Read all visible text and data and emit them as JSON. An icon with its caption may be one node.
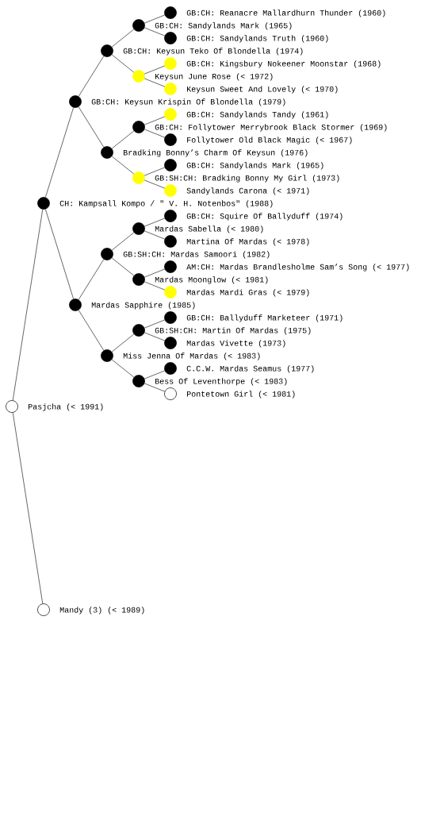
{
  "diagram": {
    "nodes": [
      {
        "text": [
          "GB:CH: Reanacre Mallardhurn Thunder (1960)"
        ]
      },
      {
        "text": [
          "GB:CH: Sandylands Mark (1965)"
        ]
      },
      {
        "text": [
          "GB:CH: Sandylands Truth (1960)"
        ]
      },
      {
        "text": [
          "GB:CH: Keysun Teko Of Blondella (1974)"
        ]
      },
      {
        "text": [
          "GB:CH: Kingsbury Nokeener Moonstar (1968)"
        ]
      },
      {
        "text": [
          "Keysun June Rose (< 1972)"
        ]
      },
      {
        "text": [
          "Keysun Sweet And Lovely (< 1970)"
        ]
      },
      {
        "text": [
          "GB:CH: Keysun Krispin Of Blondella (1979)"
        ]
      },
      {
        "text": [
          "GB:CH: Sandylands Tandy (1961)"
        ]
      },
      {
        "text": [
          "GB:CH: Follytower Merrybrook Black Stormer (1969)"
        ]
      },
      {
        "text": [
          "Follytower Old Black Magic (< 1967)"
        ]
      },
      {
        "text": [
          "Bradking Bonny’s Charm Of Keysun (1976)"
        ]
      },
      {
        "text": [
          "GB:CH: Sandylands Mark (1965)"
        ]
      },
      {
        "text": [
          "GB:SH:CH: Bradking Bonny My Girl (1973)"
        ]
      },
      {
        "text": [
          "Sandylands Carona (< 1971)"
        ]
      },
      {
        "text": [
          "CH: Kampsall Kompo / \" V. H. Notenbos\" (1988)"
        ]
      },
      {
        "text": [
          "GB:CH: Squire Of Ballyduff (1974)"
        ]
      },
      {
        "text": [
          "Mardas Sabella (< 1980)"
        ]
      },
      {
        "text": [
          "Martina Of Mardas (< 1978)"
        ]
      },
      {
        "text": [
          "GB:SH:CH: Mardas Samoori (1982)"
        ]
      },
      {
        "text": [
          "AM:CH: Mardas Brandlesholme Sam’s Song (< 1977)"
        ]
      },
      {
        "text": [
          "Mardas Moonglow (< 1981)"
        ]
      },
      {
        "text": [
          "Mardas Mardi Gras (< 1979)"
        ]
      },
      {
        "text": [
          "Mardas Sapphire (1985)"
        ]
      },
      {
        "text": [
          "GB:CH: Ballyduff Marketeer (1971)"
        ]
      },
      {
        "text": [
          "GB:SH:CH: Martin Of Mardas (1975)"
        ]
      },
      {
        "text": [
          "Mardas Vivette (1973)"
        ]
      },
      {
        "text": [
          "Miss Jenna Of Mardas (< 1983)"
        ]
      },
      {
        "text": [
          "C.C.W. Mardas Seamus (1977)"
        ]
      },
      {
        "text": [
          "Bess Of Leventhorpe (< 1983)"
        ]
      },
      {
        "text": [
          "Pontetown Girl (< 1981)"
        ]
      },
      {
        "text": [
          "Pasjcha (< 1991)"
        ]
      },
      {
        "text": [
          "Mandy (3) (< 1989)"
        ]
      }
    ],
    "edges": [
      {
        "from": 31,
        "to": 15,
        "arrow": "none"
      },
      {
        "from": 31,
        "to": 32,
        "arrow": "none"
      },
      {
        "from": 15,
        "to": 7,
        "arrow": "none"
      },
      {
        "from": 15,
        "to": 23,
        "arrow": "none"
      },
      {
        "from": 7,
        "to": 3,
        "arrow": "none"
      },
      {
        "from": 7,
        "to": 11,
        "arrow": "none"
      },
      {
        "from": 23,
        "to": 19,
        "arrow": "none"
      },
      {
        "from": 23,
        "to": 27,
        "arrow": "none"
      },
      {
        "from": 3,
        "to": 1,
        "arrow": "none"
      },
      {
        "from": 3,
        "to": 5,
        "arrow": "none"
      },
      {
        "from": 11,
        "to": 9,
        "arrow": "none"
      },
      {
        "from": 11,
        "to": 13,
        "arrow": "none"
      },
      {
        "from": 19,
        "to": 17,
        "arrow": "none"
      },
      {
        "from": 19,
        "to": 21,
        "arrow": "none"
      },
      {
        "from": 27,
        "to": 25,
        "arrow": "none"
      },
      {
        "from": 27,
        "to": 29,
        "arrow": "none"
      },
      {
        "from": 1,
        "to": 0,
        "arrow": "none"
      },
      {
        "from": 1,
        "to": 2,
        "arrow": "none"
      },
      {
        "from": 5,
        "to": 4,
        "arrow": "none"
      },
      {
        "from": 5,
        "to": 6,
        "arrow": "none"
      },
      {
        "from": 9,
        "to": 8,
        "arrow": "none"
      },
      {
        "from": 9,
        "to": 10,
        "arrow": "none"
      },
      {
        "from": 13,
        "to": 12,
        "arrow": "none"
      },
      {
        "from": 13,
        "to": 14,
        "arrow": "none"
      },
      {
        "from": 17,
        "to": 16,
        "arrow": "none"
      },
      {
        "from": 17,
        "to": 18,
        "arrow": "none"
      },
      {
        "from": 21,
        "to": 20,
        "arrow": "none"
      },
      {
        "from": 21,
        "to": 22,
        "arrow": "none"
      },
      {
        "from": 25,
        "to": 24,
        "arrow": "none"
      },
      {
        "from": 25,
        "to": 26,
        "arrow": "none"
      },
      {
        "from": 29,
        "to": 28,
        "arrow": "none"
      },
      {
        "from": 29,
        "to": 30,
        "arrow": "none"
      }
    ]
  }
}
